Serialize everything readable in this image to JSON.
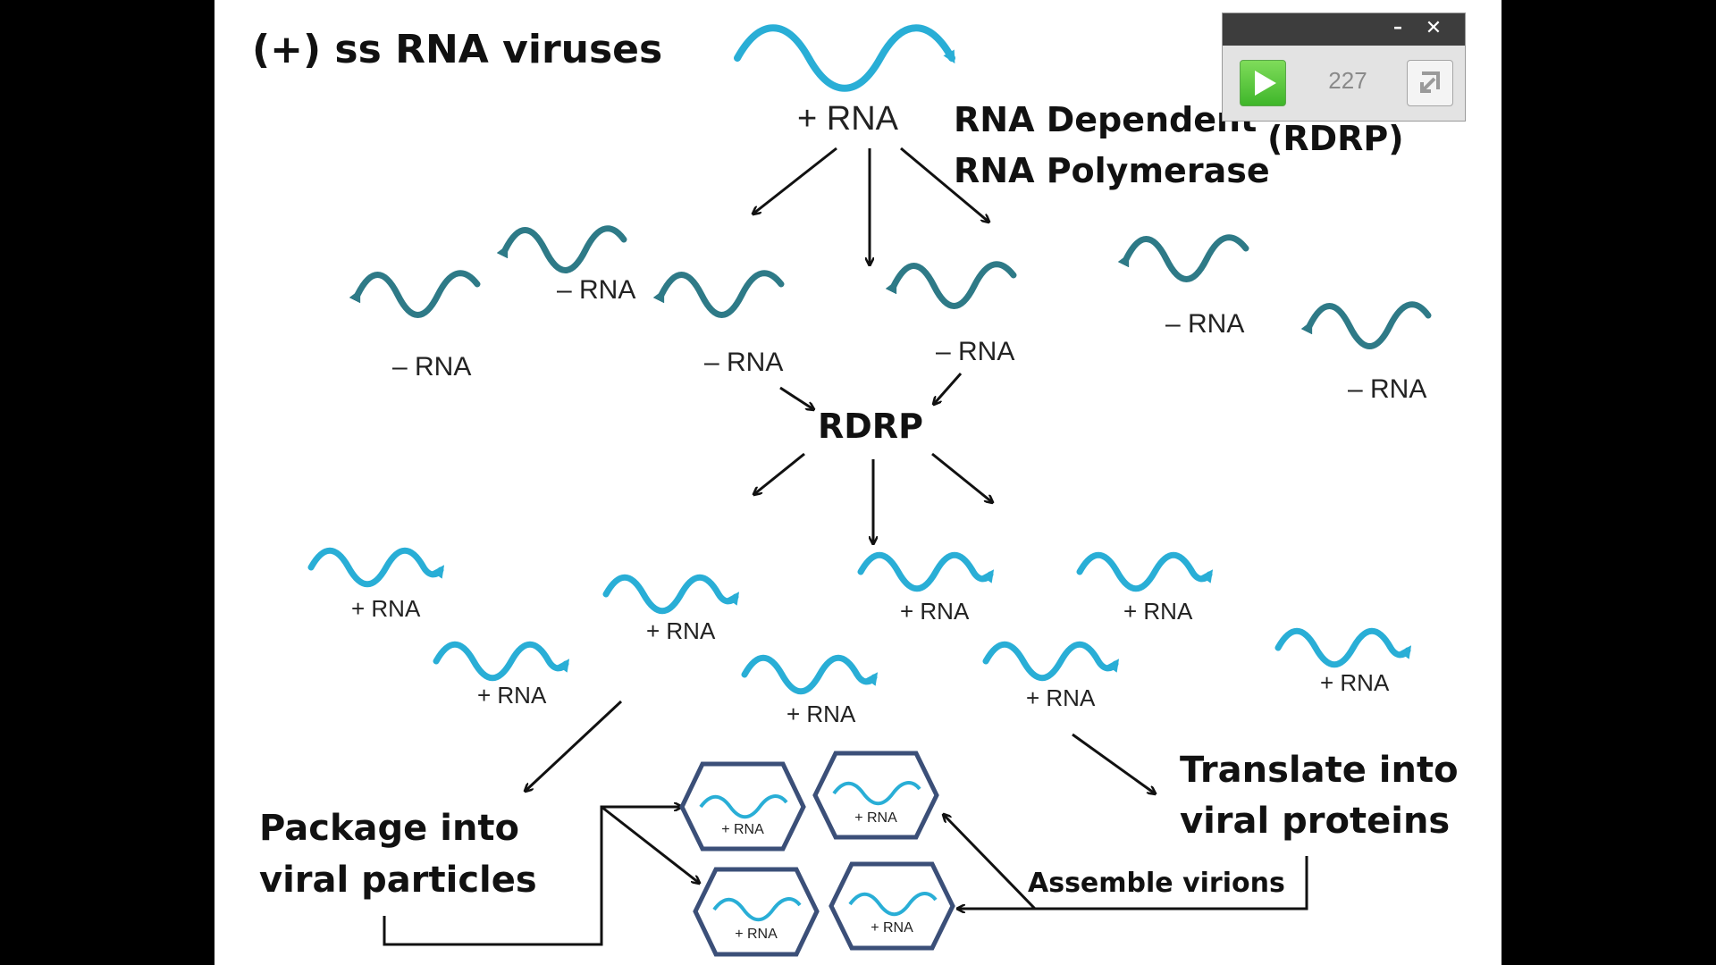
{
  "title": "(+) ss RNA viruses",
  "top_rna_label": "+ RNA",
  "enzyme": {
    "line1": "RNA Dependent",
    "line2": "RNA Polymerase",
    "abbr": "(RDRP)"
  },
  "center_label": "RDRP",
  "neg_rna_label": "– RNA",
  "pos_rna_label": "+ RNA",
  "package_text": {
    "line1": "Package into",
    "line2": "viral particles"
  },
  "translate_text": {
    "line1": "Translate into",
    "line2": "viral proteins"
  },
  "assemble_label": "Assemble virions",
  "capsid_label": "+ RNA",
  "colors": {
    "negative_strand": "#2e7a87",
    "positive_strand": "#29aed6",
    "capsid": "#3b4f78",
    "arrow": "#111111"
  },
  "player": {
    "count": "227",
    "min_icon": "minimize-icon",
    "close_icon": "close-icon",
    "play_icon": "play-icon",
    "expand_icon": "expand-icon"
  }
}
